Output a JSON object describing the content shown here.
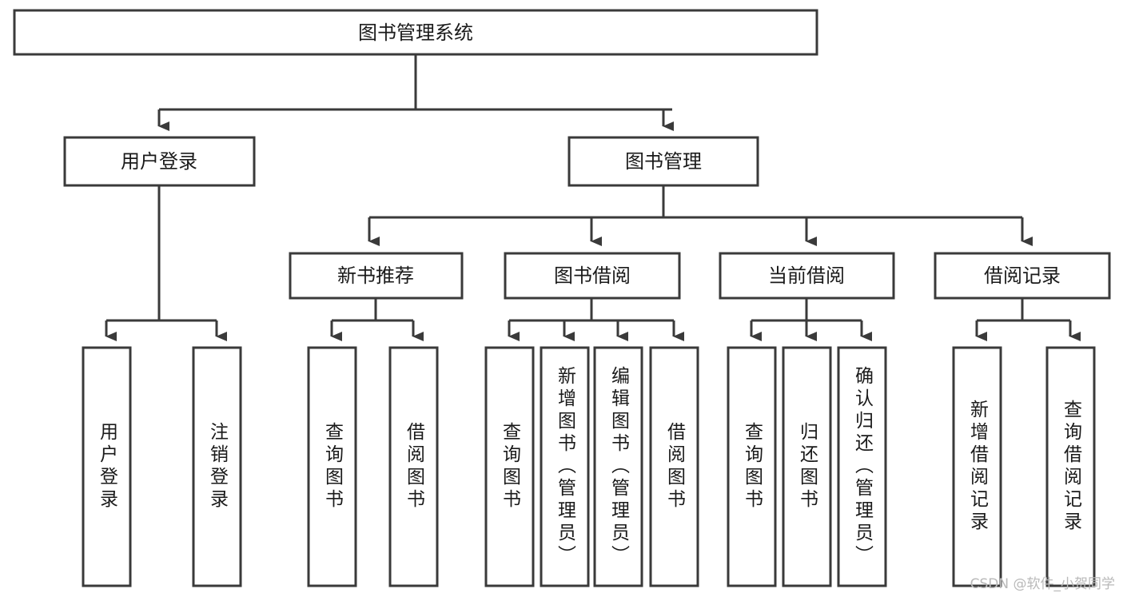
{
  "diagram": {
    "title": "图书管理系统",
    "type": "tree-hierarchy",
    "watermark": "CSDN @软件_小贺同学",
    "colors": {
      "stroke": "#3a3a3a",
      "box_fill": "#ffffff",
      "text": "#1a1a1a",
      "background": "#ffffff",
      "watermark": "#b9b9b9"
    },
    "levels": [
      {
        "level": 1,
        "nodes": [
          {
            "id": "root",
            "label": "图书管理系统",
            "orientation": "horizontal"
          }
        ]
      },
      {
        "level": 2,
        "nodes": [
          {
            "id": "user-login",
            "label": "用户登录",
            "orientation": "horizontal",
            "parent": "root"
          },
          {
            "id": "book-manage",
            "label": "图书管理",
            "orientation": "horizontal",
            "parent": "root"
          }
        ]
      },
      {
        "level": 3,
        "nodes": [
          {
            "id": "new-book-rec",
            "label": "新书推荐",
            "orientation": "horizontal",
            "parent": "book-manage"
          },
          {
            "id": "book-borrow",
            "label": "图书借阅",
            "orientation": "horizontal",
            "parent": "book-manage"
          },
          {
            "id": "current-borrow",
            "label": "当前借阅",
            "orientation": "horizontal",
            "parent": "book-manage"
          },
          {
            "id": "borrow-record",
            "label": "借阅记录",
            "orientation": "horizontal",
            "parent": "book-manage"
          }
        ]
      },
      {
        "level": 4,
        "nodes": [
          {
            "id": "leaf-user-login",
            "label": "用户登录",
            "orientation": "vertical",
            "parent": "user-login"
          },
          {
            "id": "leaf-logout",
            "label": "注销登录",
            "orientation": "vertical",
            "parent": "user-login"
          },
          {
            "id": "leaf-query-book-1",
            "label": "查询图书",
            "orientation": "vertical",
            "parent": "new-book-rec"
          },
          {
            "id": "leaf-borrow-book-1",
            "label": "借阅图书",
            "orientation": "vertical",
            "parent": "new-book-rec"
          },
          {
            "id": "leaf-query-book-2",
            "label": "查询图书",
            "orientation": "vertical",
            "parent": "book-borrow"
          },
          {
            "id": "leaf-add-book",
            "label": "新增图书（管理员）",
            "orientation": "vertical",
            "parent": "book-borrow"
          },
          {
            "id": "leaf-edit-book",
            "label": "编辑图书（管理员）",
            "orientation": "vertical",
            "parent": "book-borrow"
          },
          {
            "id": "leaf-borrow-book-2",
            "label": "借阅图书",
            "orientation": "vertical",
            "parent": "book-borrow"
          },
          {
            "id": "leaf-query-book-3",
            "label": "查询图书",
            "orientation": "vertical",
            "parent": "current-borrow"
          },
          {
            "id": "leaf-return-book",
            "label": "归还图书",
            "orientation": "vertical",
            "parent": "current-borrow"
          },
          {
            "id": "leaf-confirm-return",
            "label": "确认归还（管理员）",
            "orientation": "vertical",
            "parent": "current-borrow"
          },
          {
            "id": "leaf-add-record",
            "label": "新增借阅记录",
            "orientation": "vertical",
            "parent": "borrow-record"
          },
          {
            "id": "leaf-query-record",
            "label": "查询借阅记录",
            "orientation": "vertical",
            "parent": "borrow-record"
          }
        ]
      }
    ]
  }
}
